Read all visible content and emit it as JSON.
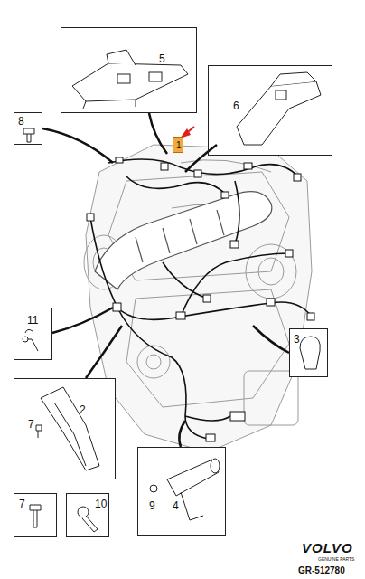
{
  "diagram": {
    "nodes": [
      {
        "text": [
          "5"
        ]
      },
      {
        "text": [
          "6"
        ]
      },
      {
        "text": [
          "8"
        ]
      },
      {
        "text": [
          "1"
        ]
      },
      {
        "text": [
          "11"
        ]
      },
      {
        "text": [
          "3"
        ]
      },
      {
        "text": [
          "2",
          "7"
        ]
      },
      {
        "text": [
          "9",
          "4"
        ]
      },
      {
        "text": [
          "7"
        ]
      },
      {
        "text": [
          "10"
        ]
      }
    ],
    "labels": [
      "VOLVO",
      "GENUINE PARTS",
      "GR-512780"
    ]
  }
}
